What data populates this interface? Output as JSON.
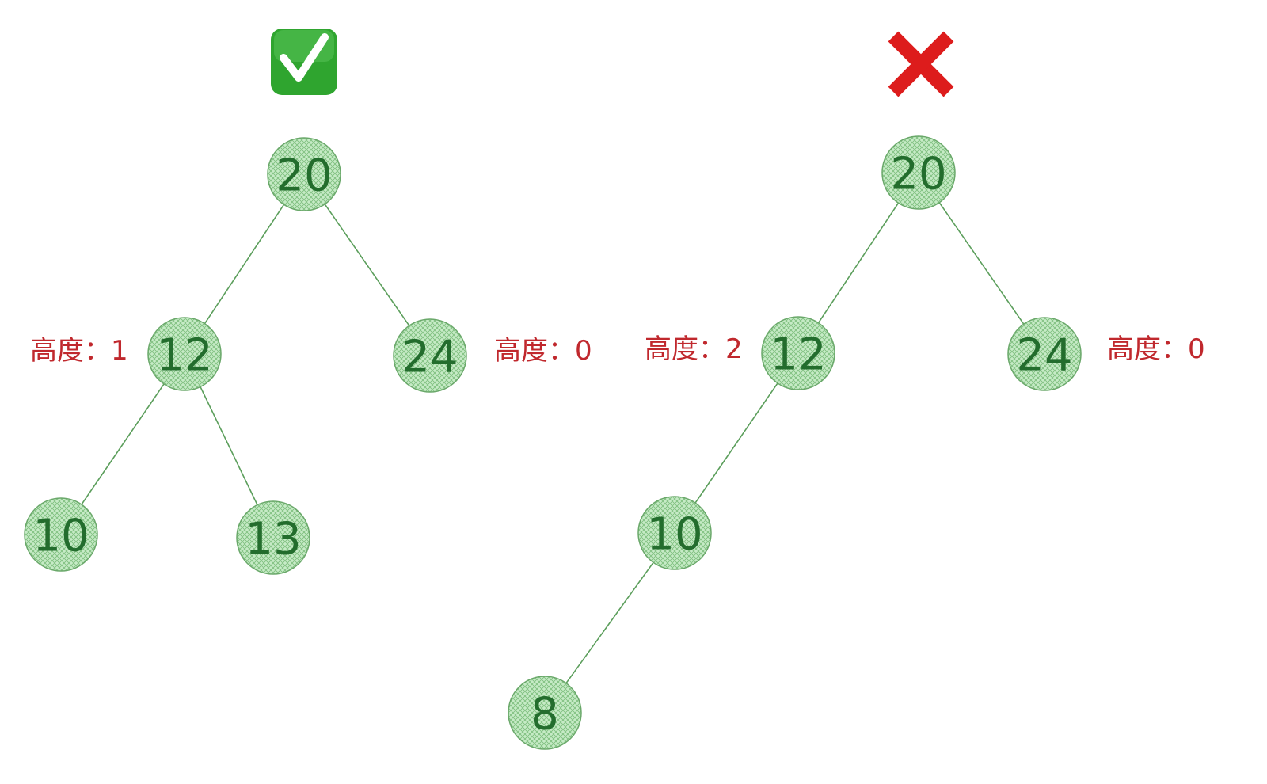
{
  "colors": {
    "node_fill": "#c6ebc6",
    "node_hatch": "#7fbf7f",
    "node_stroke": "#6aa86a",
    "node_text": "#236d2d",
    "edge": "#5b9e5b",
    "height_text": "#c0282d",
    "check_bg": "#2fa52f",
    "cross": "#dd1c1c"
  },
  "trees": [
    {
      "id": "left",
      "status_icon": "check-mark-icon",
      "nodes": [
        {
          "id": "l20",
          "label": "20"
        },
        {
          "id": "l12",
          "label": "12"
        },
        {
          "id": "l24",
          "label": "24"
        },
        {
          "id": "l10",
          "label": "10"
        },
        {
          "id": "l13",
          "label": "13"
        }
      ],
      "edges": [
        [
          "l20",
          "l12"
        ],
        [
          "l20",
          "l24"
        ],
        [
          "l12",
          "l10"
        ],
        [
          "l12",
          "l13"
        ]
      ],
      "heights": [
        {
          "text": "高度：1"
        },
        {
          "text": "高度：0"
        }
      ]
    },
    {
      "id": "right",
      "status_icon": "cross-mark-icon",
      "nodes": [
        {
          "id": "r20",
          "label": "20"
        },
        {
          "id": "r12",
          "label": "12"
        },
        {
          "id": "r24",
          "label": "24"
        },
        {
          "id": "r10",
          "label": "10"
        },
        {
          "id": "r8",
          "label": "8"
        }
      ],
      "edges": [
        [
          "r20",
          "r12"
        ],
        [
          "r20",
          "r24"
        ],
        [
          "r12",
          "r10"
        ],
        [
          "r10",
          "r8"
        ]
      ],
      "heights": [
        {
          "text": "高度：2"
        },
        {
          "text": "高度：0"
        }
      ]
    }
  ]
}
